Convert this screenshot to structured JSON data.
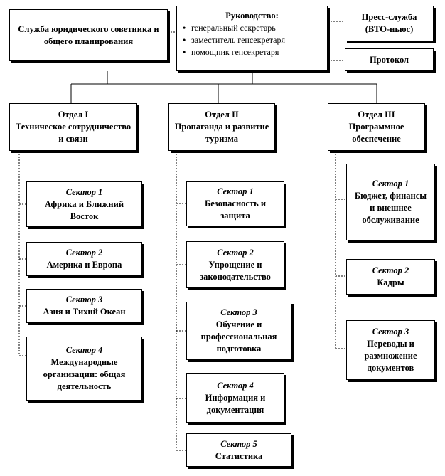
{
  "legal": {
    "title": "Служба юридического советника и общего планирования"
  },
  "leadership": {
    "title": "Руководство:",
    "items": [
      "генеральный секретарь",
      "заместитель генсекретаря",
      "помощник генсекретаря"
    ]
  },
  "press": {
    "title": "Пресс-служба (ВТО-ньюс)"
  },
  "protocol": {
    "title": "Протокол"
  },
  "departments": [
    {
      "name": "Отдел I",
      "subtitle": "Техническое сотрудничество и связи",
      "sectors": [
        {
          "label": "Сектор 1",
          "text": "Африка и Ближний Восток"
        },
        {
          "label": "Сектор 2",
          "text": "Америка и Европа"
        },
        {
          "label": "Сектор 3",
          "text": "Азия и Тихий Океан"
        },
        {
          "label": "Сектор 4",
          "text": "Международные организации: общая деятельность"
        }
      ]
    },
    {
      "name": "Отдел II",
      "subtitle": "Пропаганда и развитие туризма",
      "sectors": [
        {
          "label": "Сектор 1",
          "text": "Безопасность и защита"
        },
        {
          "label": "Сектор 2",
          "text": "Упрощение и законодательство"
        },
        {
          "label": "Сектор 3",
          "text": "Обучение и профессиональная подготовка"
        },
        {
          "label": "Сектор 4",
          "text": "Информация и документация"
        },
        {
          "label": "Сектор 5",
          "text": "Статистика"
        }
      ]
    },
    {
      "name": "Отдел III",
      "subtitle": "Программное обеспечение",
      "sectors": [
        {
          "label": "Сектор 1",
          "text": "Бюджет, финансы и внешнее обслуживание"
        },
        {
          "label": "Сектор 2",
          "text": "Кадры"
        },
        {
          "label": "Сектор 3",
          "text": "Переводы и размножение документов"
        }
      ]
    }
  ]
}
